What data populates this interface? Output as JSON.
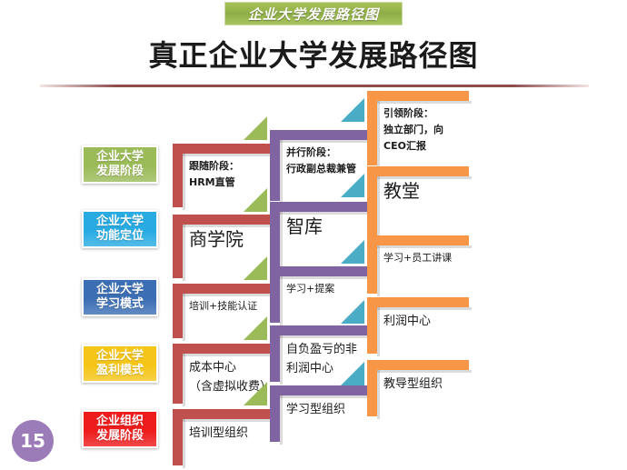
{
  "header": {
    "banner_text": "企业大学发展路径图",
    "title": "真正企业大学发展路径图"
  },
  "page_number": "15",
  "colors": {
    "banner_green": "#8fae47",
    "rule_maroon": "#8d4b4b",
    "red_bracket": "#c0504d",
    "purple_bracket": "#8064a2",
    "orange_bracket": "#f79646",
    "green_arrow": "#9bbb59",
    "teal_arrow": "#4bacc6",
    "badge_purple": "#9b7cb8"
  },
  "sidebar": {
    "items": [
      {
        "line1": "企业大学",
        "line2": "发展阶段",
        "color": "#9bbb59"
      },
      {
        "line1": "企业大学",
        "line2": "功能定位",
        "color": "#29abe2"
      },
      {
        "line1": "企业大学",
        "line2": "学习模式",
        "color": "#3c6eb4"
      },
      {
        "line1": "企业大学",
        "line2": "盈利模式",
        "color": "#f5c518"
      },
      {
        "line1": "企业组织",
        "line2": "发展阶段",
        "color": "#ee1c1c"
      }
    ]
  },
  "columns": [
    {
      "name": "follower-stage",
      "color": "#c0504d",
      "rows": [
        {
          "lines": [
            "跟随阶段：",
            "HRM直管"
          ],
          "size": "small",
          "bold": true
        },
        {
          "lines": [
            "商学院"
          ],
          "size": "large",
          "bold": false
        },
        {
          "lines": [
            "培训+技能认证"
          ],
          "size": "small",
          "bold": false
        },
        {
          "lines": [
            "成本中心",
            "（含虚拟收费）"
          ],
          "size": "medium",
          "bold": false
        },
        {
          "lines": [
            "培训型组织"
          ],
          "size": "medium",
          "bold": false
        }
      ]
    },
    {
      "name": "parallel-stage",
      "color": "#8064a2",
      "rows": [
        {
          "lines": [
            "并行阶段：",
            "行政副总裁兼管"
          ],
          "size": "small",
          "bold": true
        },
        {
          "lines": [
            "智库"
          ],
          "size": "large",
          "bold": false
        },
        {
          "lines": [
            "学习+提案"
          ],
          "size": "small",
          "bold": false
        },
        {
          "lines": [
            "自负盈亏的非",
            "利润中心"
          ],
          "size": "medium",
          "bold": false
        },
        {
          "lines": [
            "学习型组织"
          ],
          "size": "medium",
          "bold": false
        }
      ]
    },
    {
      "name": "leading-stage",
      "color": "#f79646",
      "rows": [
        {
          "lines": [
            "引领阶段：",
            "独立部门，向",
            "CEO汇报"
          ],
          "size": "small",
          "bold": true
        },
        {
          "lines": [
            "教堂"
          ],
          "size": "large",
          "bold": false
        },
        {
          "lines": [
            "学习+员工讲课"
          ],
          "size": "small",
          "bold": false
        },
        {
          "lines": [
            "利润中心"
          ],
          "size": "medium",
          "bold": false
        },
        {
          "lines": [
            "教导型组织"
          ],
          "size": "medium",
          "bold": false
        }
      ]
    }
  ]
}
